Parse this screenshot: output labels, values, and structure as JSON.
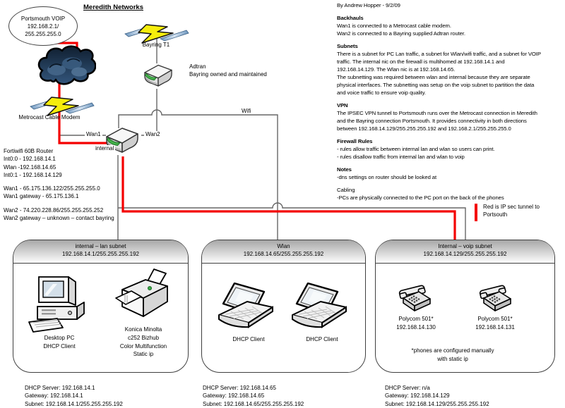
{
  "title": "Meredith Networks",
  "colors": {
    "tunnel_red": "#ff0000",
    "line_gray": "#666666"
  },
  "portsmouth": {
    "lines": [
      "Portsmouth VOIP",
      "192.168.2.1/",
      "255.255.255.0"
    ]
  },
  "wan_links": {
    "bayring_bolt": "Bayring T1",
    "adtran_name": "Adtran",
    "adtran_note": "Bayring owned and maintained",
    "metrocast": "Metrocast Cable Modem"
  },
  "ports": {
    "wan1": "Wan1",
    "wan2": "Wan2",
    "internal": "internal",
    "wifi": "Wifi"
  },
  "router_info": {
    "g0": [
      "Fortiwifi 60B Router",
      "Int0:0 - 192.168.14.1",
      "Wlan -192.168.14.65",
      "Int0:1 - 192.168.14.129"
    ],
    "g1": [
      "Wan1 - 65.175.136.122/255.255.255.0",
      "Wan1 gateway - 65.175.136.1"
    ],
    "g2": [
      "Wan2 - 74.220.228.86/255.255.255.252",
      "Wan2 gateway – unknown – contact bayring"
    ]
  },
  "notes": {
    "byline": "By Andrew Hopper - 9/2/09",
    "sections": [
      {
        "heading": "Backhauls",
        "lines": [
          "Wan1 is connected to a Metrocast cable modem.",
          "Wan2 is connected to a Bayring supplied Adtran router."
        ]
      },
      {
        "heading": "Subnets",
        "lines": [
          "There is a subnet for PC Lan traffic, a subnet for Wlan/wifi traffic, and a subnet for VOIP",
          "traffic.  The internal nic on the firewall is multihomed at 192.168.14.1 and",
          "192.168.14.129.  The Wlan nic is at 192.168.14.65.",
          "The subnetting was required between wlan and internal because they are separate",
          "physical interfaces.  The subnetting was setup on the voip subnet to partition the data",
          "and voice traffic to ensure voip quality."
        ]
      },
      {
        "heading": "VPN",
        "lines": [
          "The IPSEC VPN tunnel to Portsmouth runs over the Metrocast connection in Meredith",
          "and the Bayring connection Portsmouth.  It provides connectivity in both directions",
          "between 192.168.14.129/255.255.255.192 and 192.168.2.1/255.255.255.0"
        ]
      },
      {
        "heading": "Firewall Rules",
        "lines": [
          "- rules allow traffic between internal lan and wlan so users can print.",
          "- rules disallow traffic from internal lan and wlan to voip"
        ]
      },
      {
        "heading": "Notes",
        "lines": [
          "-dns settings on router should be looked at"
        ]
      },
      {
        "heading": "Cabling",
        "lines": [
          "-PCs are physically connected to the PC port on the back of the phones"
        ]
      }
    ]
  },
  "legend": {
    "line1": "Red is IP sec tunnel to",
    "line2": "Portsouth"
  },
  "subnets": [
    {
      "title": "internal – lan subnet",
      "cidr": "192.168.14.1/255.255.255.192",
      "pc_label": [
        "Desktop PC",
        "DHCP Client"
      ],
      "printer_label": [
        "Konica Minolta",
        "c252 Bizhub",
        "Color Multifunction",
        "Static ip"
      ],
      "footer": [
        "DHCP Server: 192.168.14.1",
        "Gateway: 192.168.14.1",
        "Subnet: 192.168.14.1/255.255.255.192"
      ]
    },
    {
      "title": "Wlan",
      "cidr": "192.168.14.65/255.255.255.192",
      "laptop_labels": [
        "DHCP Client",
        "DHCP Client"
      ],
      "footer": [
        "DHCP Server: 192.168.14.65",
        "Gateway: 192.168.14.65",
        "Subnet: 192.168.14.65/255.255.255.192"
      ]
    },
    {
      "title": "Internal – voip subnet",
      "cidr": "192.168.14.129/255.255.255.192",
      "phones": [
        [
          "Polycom 501*",
          "192.168.14.130"
        ],
        [
          "Polycom 501*",
          "192.168.14.131"
        ]
      ],
      "note": [
        "*phones are configured manually",
        "with static ip"
      ],
      "footer": [
        "DHCP Server: n/a",
        "Gateway: 192.168.14.129",
        "Subnet: 192.168.14.129/255.255.255.192"
      ]
    }
  ]
}
